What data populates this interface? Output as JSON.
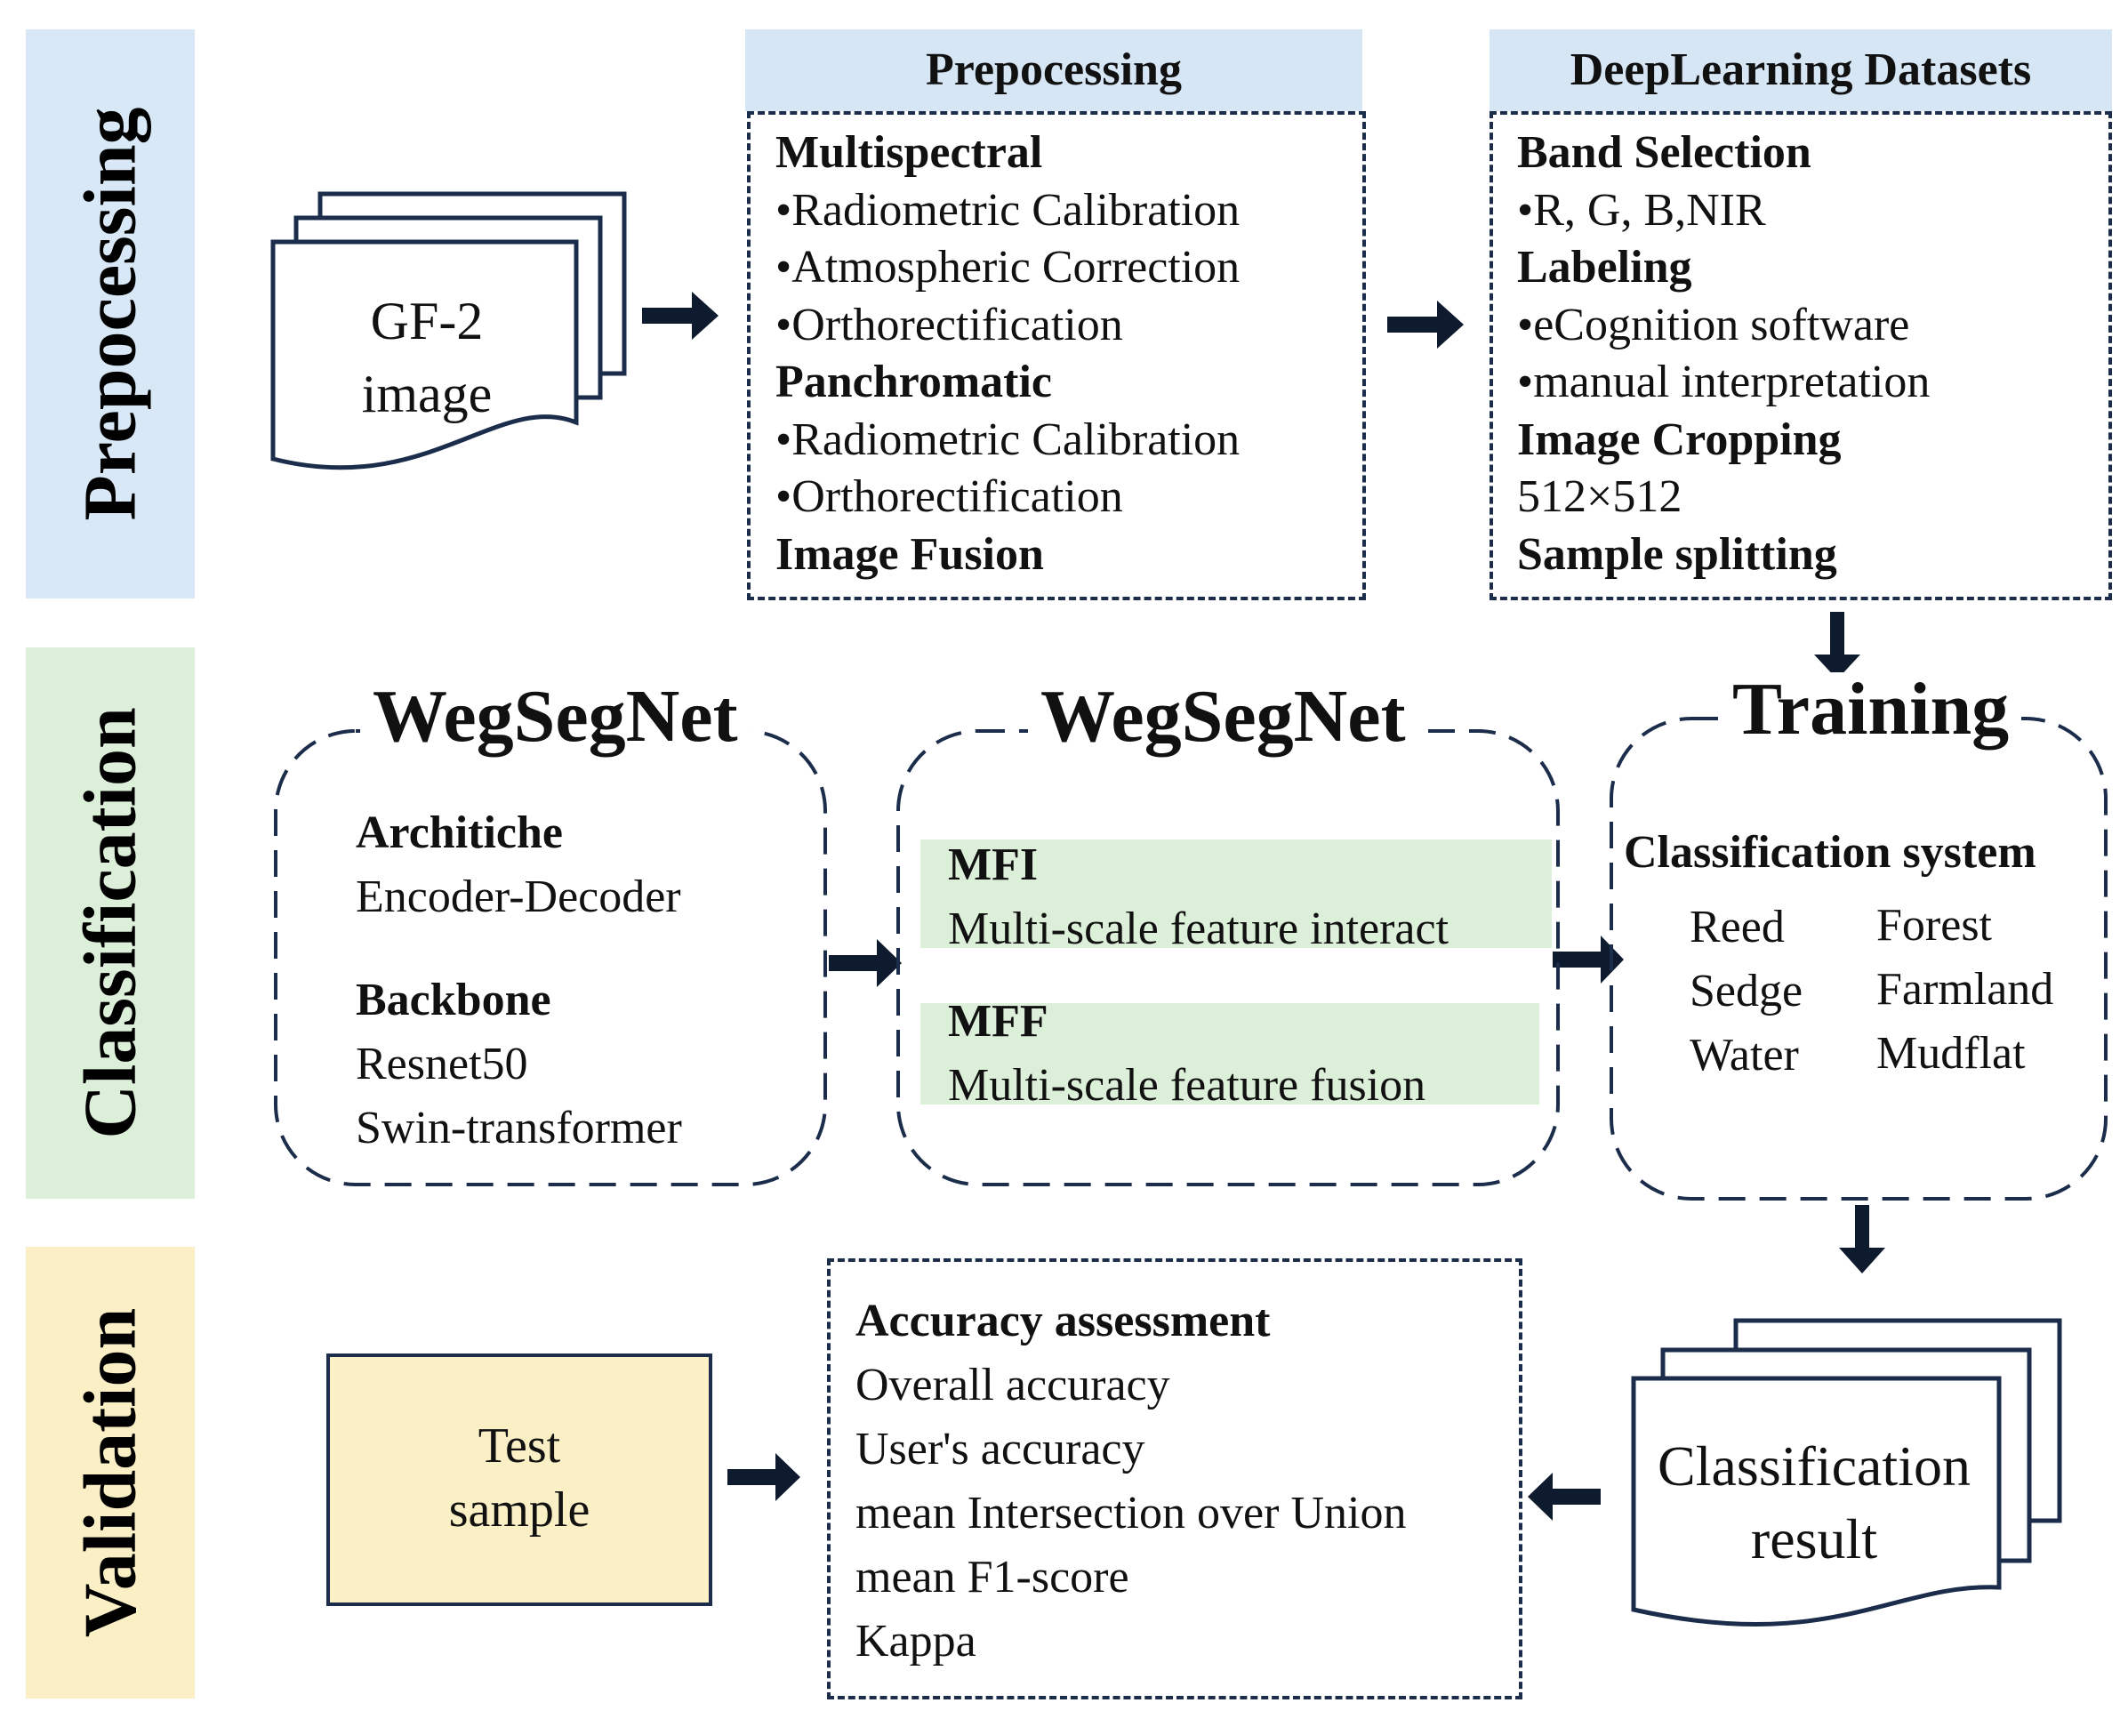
{
  "stages": {
    "prep": "Prepocessing",
    "cls": "Classification",
    "val": "Validation"
  },
  "gf2": {
    "line1": "GF-2",
    "line2": "image"
  },
  "preprocessing": {
    "title": "Prepocessing",
    "lines": [
      {
        "text": "Multispectral",
        "bold": true
      },
      {
        "text": "•Radiometric Calibration",
        "bold": false
      },
      {
        "text": "•Atmospheric Correction",
        "bold": false
      },
      {
        "text": "•Orthorectification",
        "bold": false
      },
      {
        "text": "Panchromatic",
        "bold": true
      },
      {
        "text": "•Radiometric Calibration",
        "bold": false
      },
      {
        "text": "•Orthorectification",
        "bold": false
      },
      {
        "text": "Image Fusion",
        "bold": true
      }
    ]
  },
  "datasets": {
    "title": "DeepLearning Datasets",
    "lines": [
      {
        "text": "Band Selection",
        "bold": true
      },
      {
        "text": "•R, G, B,NIR",
        "bold": false
      },
      {
        "text": "Labeling",
        "bold": true
      },
      {
        "text": "•eCognition software",
        "bold": false
      },
      {
        "text": "•manual interpretation",
        "bold": false
      },
      {
        "text": "Image Cropping",
        "bold": true
      },
      {
        "text": "512×512",
        "bold": false
      },
      {
        "text": "Sample splitting",
        "bold": true
      }
    ]
  },
  "wegseg1": {
    "title": "WegSegNet",
    "arch_label": "Architiche",
    "arch_value": "Encoder-Decoder",
    "backbone_label": "Backbone",
    "backbone_value1": "Resnet50",
    "backbone_value2": "Swin-transformer"
  },
  "wegseg2": {
    "title": "WegSegNet",
    "mfi_label": "MFI",
    "mfi_value": "Multi-scale feature interact",
    "mff_label": "MFF",
    "mff_value": "Multi-scale feature fusion"
  },
  "training": {
    "title": "Training",
    "system_label": "Classification system",
    "col1": [
      "Reed",
      "Sedge",
      "Water"
    ],
    "col2": [
      "Forest",
      "Farmland",
      "Mudflat"
    ]
  },
  "test_sample": {
    "line1": "Test",
    "line2": "sample"
  },
  "accuracy": {
    "lines": [
      {
        "text": "Accuracy assessment",
        "bold": true
      },
      {
        "text": "Overall accuracy",
        "bold": false
      },
      {
        "text": "User's accuracy",
        "bold": false
      },
      {
        "text": "mean Intersection over Union",
        "bold": false
      },
      {
        "text": "mean F1-score",
        "bold": false
      },
      {
        "text": "Kappa",
        "bold": false
      }
    ]
  },
  "result": {
    "line1": "Classification",
    "line2": "result"
  },
  "colors": {
    "outline": "#1b2d4a",
    "prep_band": "#d9e8f6",
    "cls_band": "#dcefd8",
    "val_band": "#fbefc5",
    "test_fill": "#fbefc5"
  }
}
